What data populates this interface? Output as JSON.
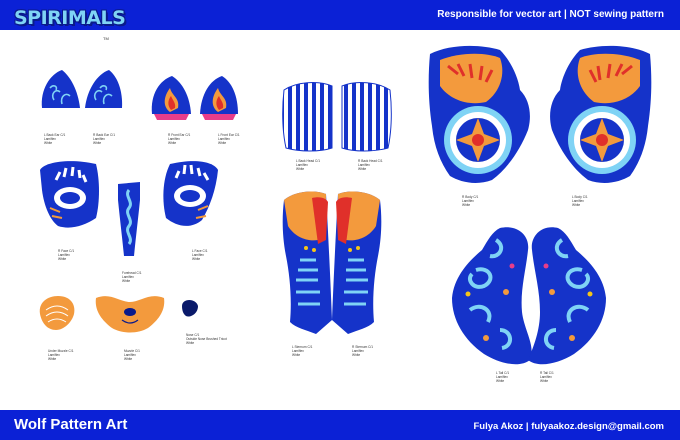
{
  "header": {
    "logo": "SPIRIMALS",
    "trademark": "TM",
    "note": "Responsible for vector art | NOT sewing pattern"
  },
  "footer": {
    "title": "Wolf Pattern Art",
    "credit": "Fulya Akoz | fulyaakoz.design@gmail.com"
  },
  "pieces": {
    "back_ear_l": [
      "L Back Ear C/1",
      "Lamiflex",
      "White"
    ],
    "back_ear_r": [
      "R Back Ear C/1",
      "Lamiflex",
      "White"
    ],
    "front_ear_r": [
      "R Front Ear C/1",
      "Lamiflex",
      "White"
    ],
    "front_ear_l": [
      "L Front Ear C/1",
      "Lamiflex",
      "White"
    ],
    "face_l": [
      "R Face C/1",
      "Lamiflex",
      "White"
    ],
    "forehead": [
      "Forehead C/1",
      "Lamiflex",
      "White"
    ],
    "face_r": [
      "L Face C/1",
      "Lamiflex",
      "White"
    ],
    "under_muzzle": [
      "Under Muzzle C/1",
      "Lamiflex",
      "White"
    ],
    "muzzle": [
      "Muzzle C/1",
      "Lamiflex",
      "White"
    ],
    "nose": [
      "Nose C/1",
      "Outside Nose Brushed Tricot",
      "White"
    ],
    "back_head_l": [
      "L Back Head C/1",
      "Lamiflex",
      "White"
    ],
    "back_head_r": [
      "R Back Head C/1",
      "Lamiflex",
      "White"
    ],
    "sternum_l": [
      "L Sternum C/1",
      "Lamiflex",
      "White"
    ],
    "sternum_r": [
      "R Sternum C/1",
      "Lamiflex",
      "White"
    ],
    "body_r": [
      "R Body C/1",
      "Lamiflex",
      "White"
    ],
    "body_l": [
      "L Body C/1",
      "Lamiflex",
      "White"
    ],
    "tail_l": [
      "L Tail C/1",
      "Lamiflex",
      "White"
    ],
    "tail_r": [
      "R Tail C/1",
      "Lamiflex",
      "White"
    ]
  },
  "colors": {
    "brand_blue": "#0b21d6",
    "piece_blue": "#1533c9",
    "light_blue": "#7fd3f5",
    "orange": "#f39a3d",
    "red": "#e0302a",
    "yellow": "#f5c518",
    "pink": "#e83d8a"
  }
}
